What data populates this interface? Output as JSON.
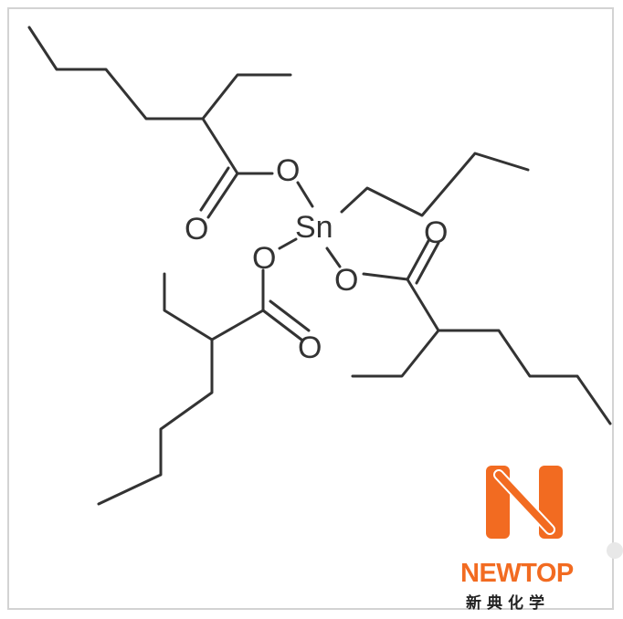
{
  "diagram": {
    "atoms": {
      "tin": "Sn",
      "oxygen": "O"
    },
    "colors": {
      "bond": "#333333",
      "logo_orange": "#f26b21",
      "logo_text_dark": "#222222",
      "frame_border": "#d3d3d3"
    }
  },
  "logo": {
    "name": "NEWTOP",
    "chinese": "新典化学",
    "icon": "newtop-n-logo-icon"
  }
}
